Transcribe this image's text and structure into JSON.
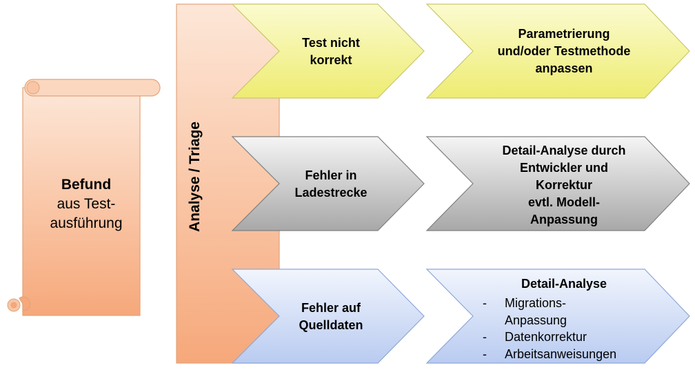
{
  "befund": {
    "title": "Befund",
    "subtitle_line1": "aus Test-",
    "subtitle_line2": "ausführung"
  },
  "triage": {
    "label": "Analyse / Triage"
  },
  "rows": [
    {
      "cause": [
        "Test nicht",
        "korrekt"
      ],
      "action": [
        "Parametrierung",
        "und/oder Testmethode",
        "anpassen"
      ],
      "color": "#f7f59a"
    },
    {
      "cause": [
        "Fehler in",
        "Ladestrecke"
      ],
      "action": [
        "Detail-Analyse durch",
        "Entwickler und",
        "Korrektur",
        "evtl. Modell-",
        "Anpassung"
      ],
      "color": "#c4c4c4"
    },
    {
      "cause": [
        "Fehler auf",
        "Quelldaten"
      ],
      "action_title": "Detail-Analyse",
      "action_items": [
        {
          "dash": "-",
          "lines": [
            "Migrations-",
            "Anpassung"
          ]
        },
        {
          "dash": "-",
          "lines": [
            "Datenkorrektur"
          ]
        },
        {
          "dash": "-",
          "lines": [
            "Arbeitsanweisungen"
          ]
        }
      ],
      "color": "#c8d6f5"
    }
  ],
  "colors": {
    "orange": "#f7b48a",
    "outline": "#7f7f7f"
  }
}
